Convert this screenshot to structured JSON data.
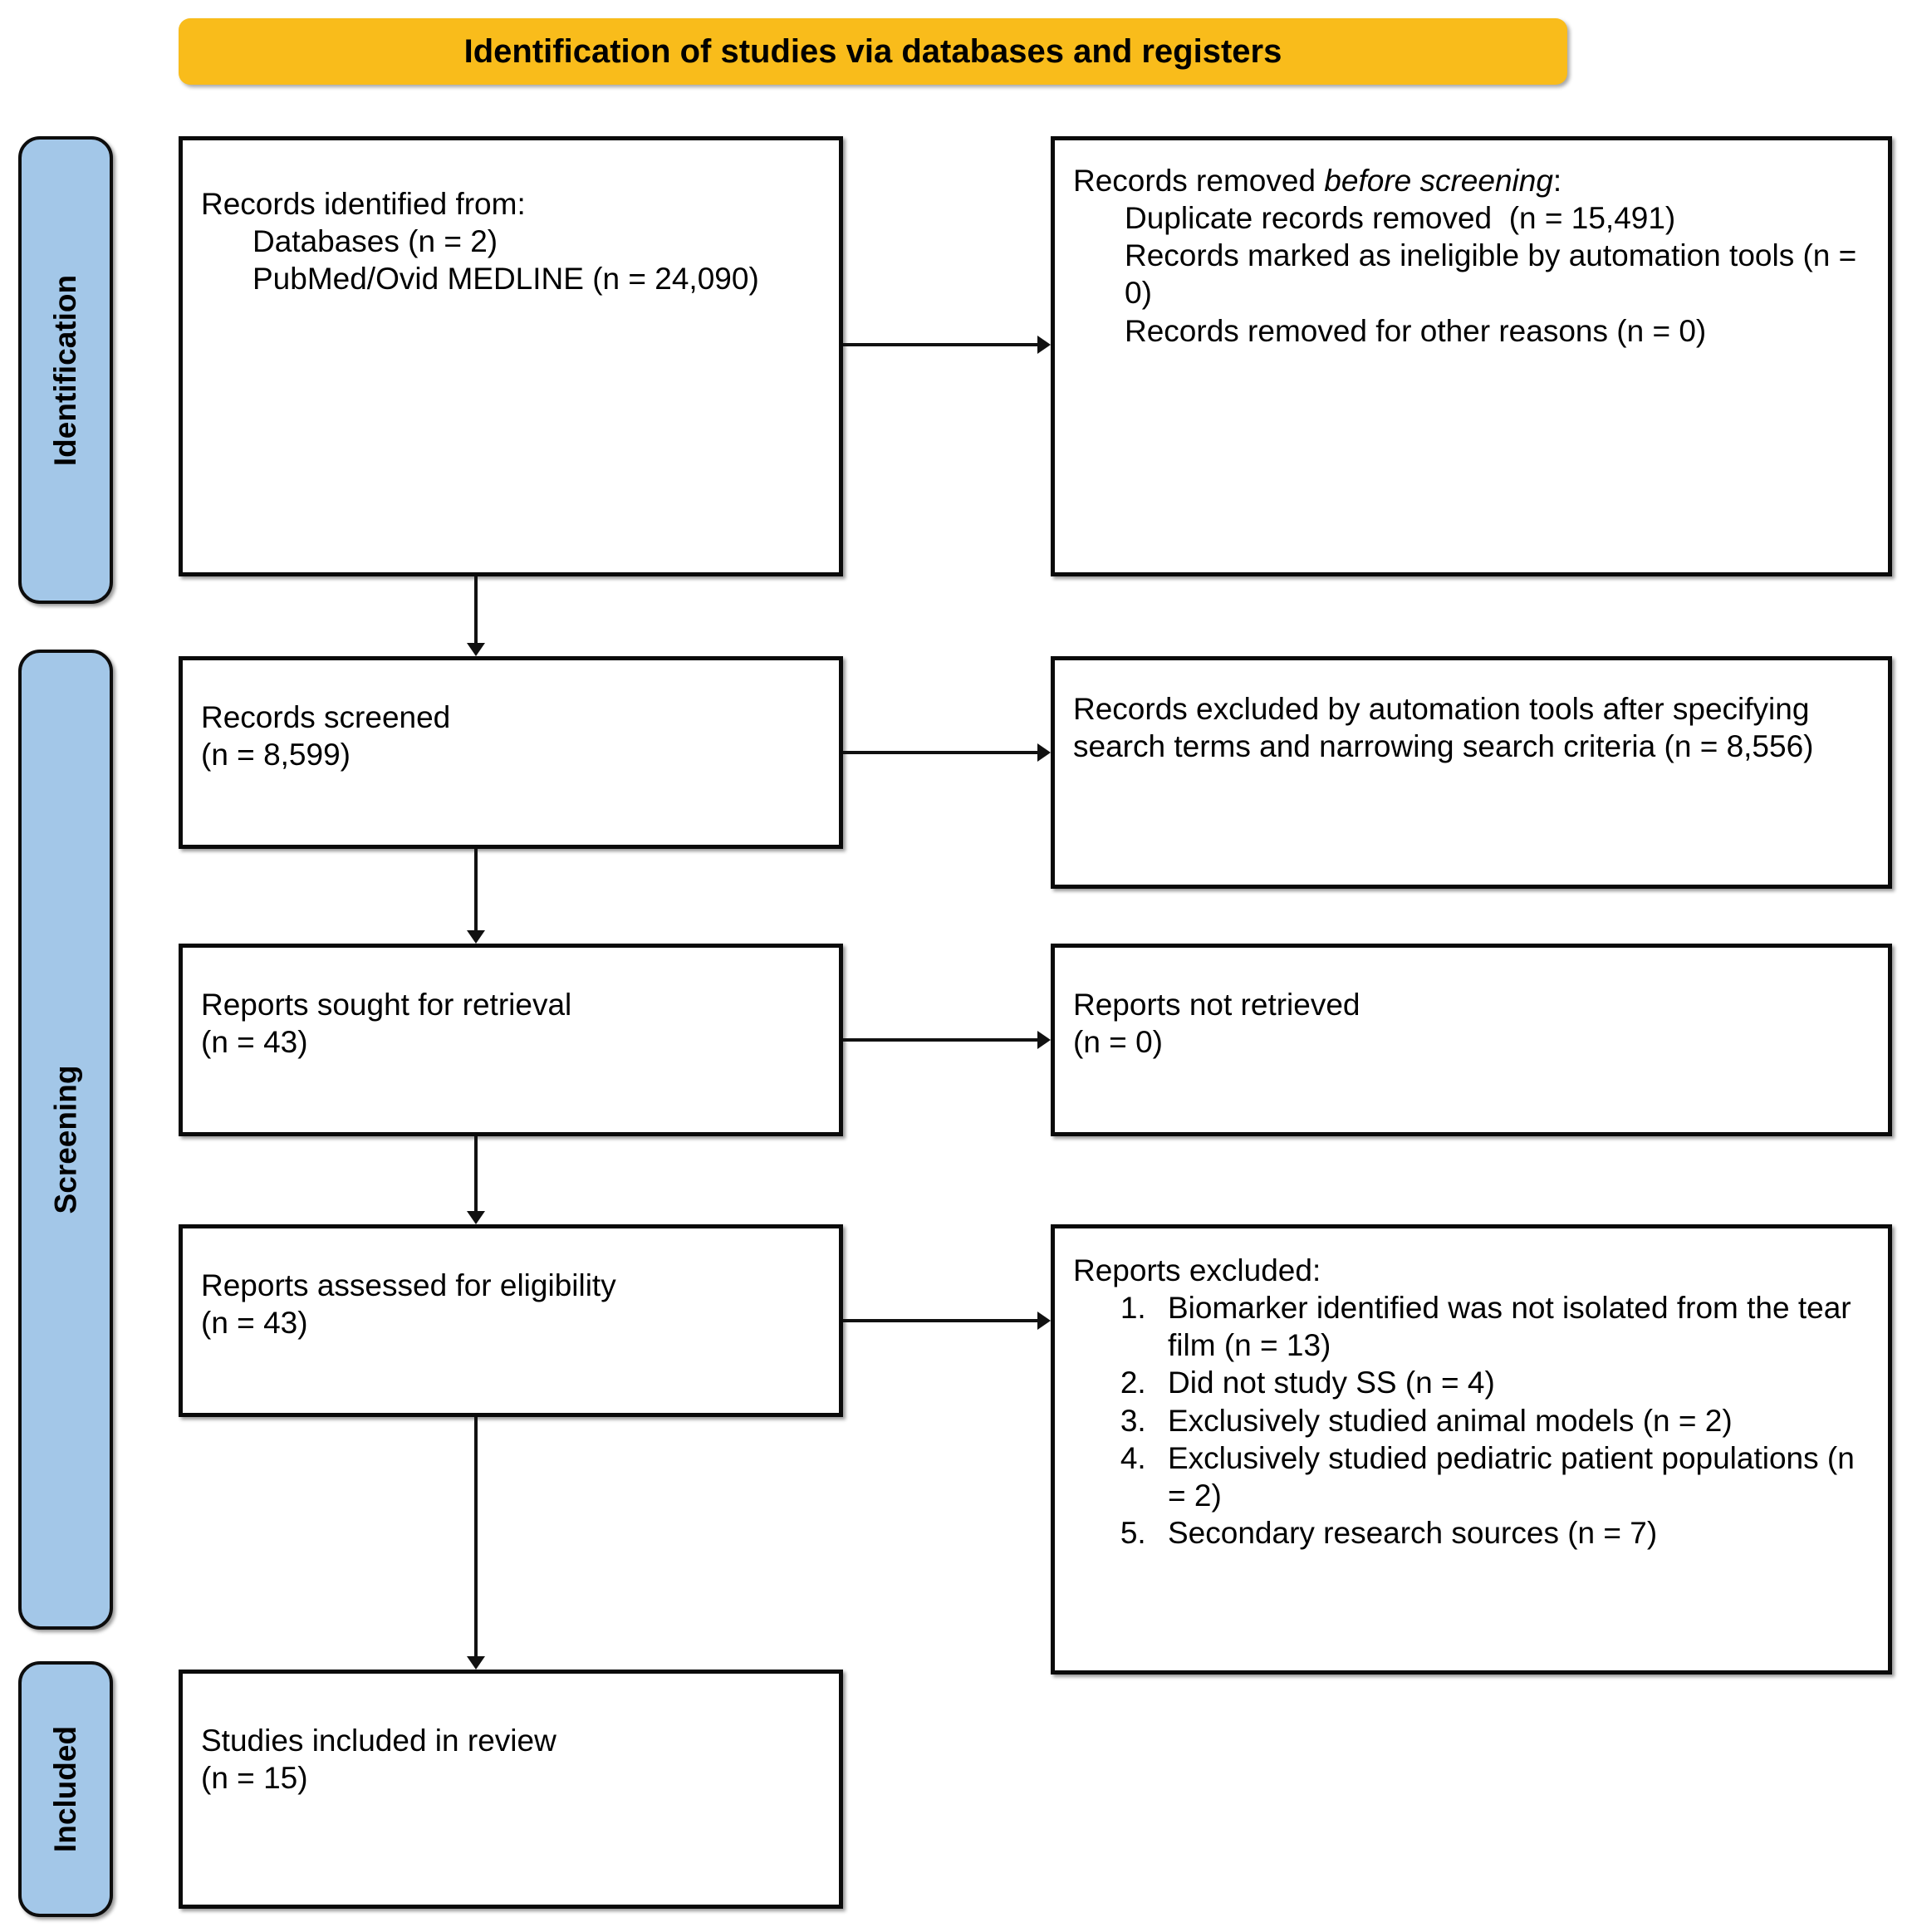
{
  "header": {
    "title": "Identification of studies via databases and registers",
    "color": "#F9BC1B"
  },
  "stages": {
    "identification": "Identification",
    "screening": "Screening",
    "included": "Included",
    "color": "#A3C7E8"
  },
  "boxes": {
    "identified": {
      "line1": "Records identified from:",
      "line2": "Databases (n = 2)",
      "line3": "PubMed/Ovid MEDLINE (n = 24,090)"
    },
    "removed": {
      "line1_a": "Records removed ",
      "line1_b": "before screening",
      "line1_c": ":",
      "item1": "Duplicate records removed  (n = 15,491)",
      "item2": "Records marked as ineligible by automation tools (n = 0)",
      "item3": "Records removed for other reasons (n = 0)"
    },
    "screened": {
      "line1": "Records screened",
      "line2": "(n = 8,599)"
    },
    "excluded_auto": {
      "line1": "Records excluded by automation tools after specifying search terms and narrowing search criteria (n = 8,556)"
    },
    "sought": {
      "line1": "Reports sought for retrieval",
      "line2": "(n = 43)"
    },
    "not_retrieved": {
      "line1": "Reports not retrieved",
      "line2": "(n = 0)"
    },
    "assessed": {
      "line1": "Reports assessed for eligibility",
      "line2": "(n = 43)"
    },
    "reports_excluded": {
      "heading": "Reports excluded:",
      "items": [
        "Biomarker identified was not isolated from the tear film (n = 13)",
        "Did not study SS (n = 4)",
        "Exclusively studied animal models (n = 2)",
        "Exclusively studied pediatric patient populations (n = 2)",
        "Secondary research sources (n = 7)"
      ]
    },
    "included": {
      "line1": "Studies included in review",
      "line2": "(n = 15)"
    }
  }
}
